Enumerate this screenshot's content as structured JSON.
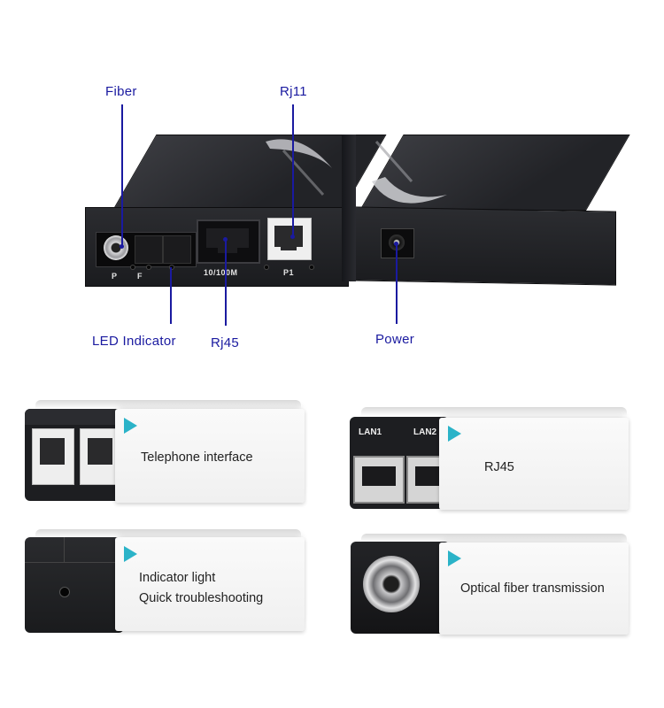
{
  "callouts": {
    "fiber": "Fiber",
    "rj11": "Rj11",
    "led": "LED Indicator",
    "rj45": "Rj45",
    "power": "Power"
  },
  "device": {
    "label_p": "P",
    "label_f": "F",
    "label_ethernet": "10/100M",
    "label_p1": "P1"
  },
  "features": [
    {
      "text": "Telephone interface"
    },
    {
      "text": "RJ45",
      "photo_labels": [
        "LAN1",
        "LAN2"
      ]
    },
    {
      "line1": "Indicator light",
      "line2": "Quick troubleshooting"
    },
    {
      "text": "Optical fiber transmission"
    }
  ],
  "colors": {
    "callout": "#1a1aa0",
    "accent": "#2bb3c8",
    "device": "#222327"
  }
}
